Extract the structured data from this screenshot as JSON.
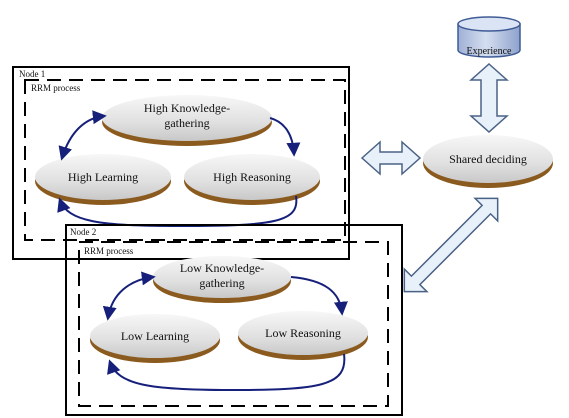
{
  "colors": {
    "ellipse_top": "#f2f2f2",
    "ellipse_mid": "#d6d6d6",
    "ellipse_bottom_band": "#8a5a1e",
    "flow_arrow": "#16207a",
    "block_arrow_fill": "#e8f0fa",
    "block_arrow_stroke": "#4a6285",
    "cylinder_fill": "#b9c6e2",
    "cylinder_top": "#dbe4f4",
    "cylinder_stroke": "#3e5b95"
  },
  "node1": {
    "title": "Node 1",
    "process_label": "RRM process",
    "knowledge_line1": "High Knowledge-",
    "knowledge_line2": "gathering",
    "learning": "High Learning",
    "reasoning": "High Reasoning"
  },
  "node2": {
    "title": "Node 2",
    "process_label": "RRM process",
    "knowledge_line1": "Low Knowledge-",
    "knowledge_line2": "gathering",
    "learning": "Low Learning",
    "reasoning": "Low Reasoning"
  },
  "shared": {
    "label": "Shared deciding"
  },
  "experience": {
    "label": "Experience",
    "icon": "database-cylinder-icon"
  }
}
